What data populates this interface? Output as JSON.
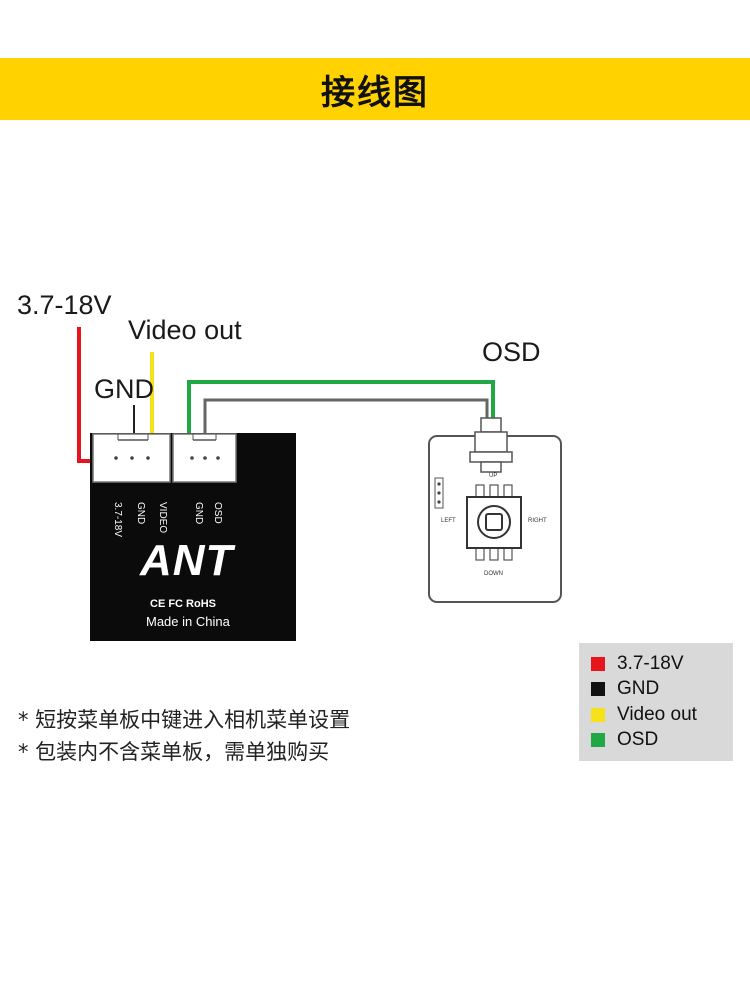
{
  "header": {
    "title": "接线图"
  },
  "wires": {
    "power_label": "3.7-18V",
    "video_label": "Video out",
    "gnd_label": "GND",
    "osd_label": "OSD"
  },
  "camera": {
    "pins": [
      "3.7-18V",
      "GND",
      "VIDEO",
      "GND",
      "OSD"
    ],
    "brand": "ANT",
    "cert": "CE FC RoHS",
    "origin": "Made in China"
  },
  "osd_board": {
    "up": "UP",
    "down": "DOWN",
    "left": "LEFT",
    "right": "RIGHT"
  },
  "notes": [
    "* 短按菜单板中键进入相机菜单设置",
    "* 包装内不含菜单板，需单独购买"
  ],
  "legend": {
    "items": [
      {
        "label": "3.7-18V",
        "color": "#e8141b"
      },
      {
        "label": "GND",
        "color": "#111111"
      },
      {
        "label": "Video out",
        "color": "#f5e21a"
      },
      {
        "label": "OSD",
        "color": "#1fa843"
      }
    ]
  }
}
